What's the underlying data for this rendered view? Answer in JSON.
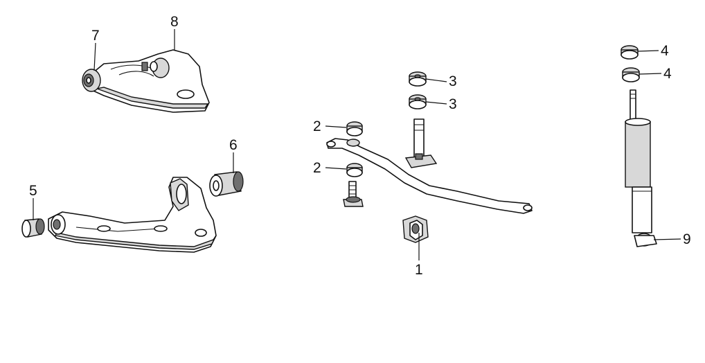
{
  "callouts": {
    "c1": "1",
    "c2a": "2",
    "c2b": "2",
    "c3a": "3",
    "c3b": "3",
    "c4a": "4",
    "c4b": "4",
    "c5": "5",
    "c6": "6",
    "c7": "7",
    "c8": "8",
    "c9": "9"
  }
}
